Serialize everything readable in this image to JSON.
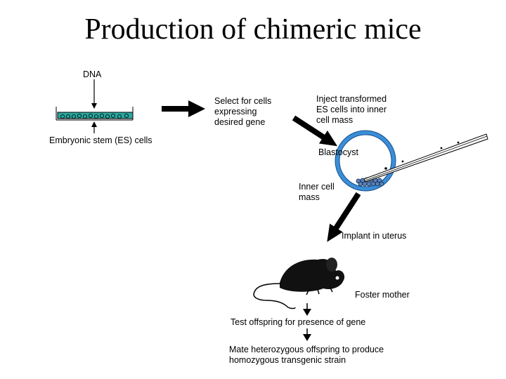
{
  "title": "Production of chimeric mice",
  "labels": {
    "dna": "DNA",
    "es_cells": "Embryonic stem (ES) cells",
    "select": "Select for cells\nexpressing\ndesired gene",
    "inject": "Inject transformed\nES cells into inner\ncell mass",
    "blastocyst": "Blastocyst",
    "inner_cell_mass": "Inner cell\nmass",
    "implant": "Implant in uterus",
    "foster": "Foster mother",
    "test": "Test offspring for presence of gene",
    "mate": "Mate heterozygous offspring to produce\nhomozygous transgenic strain"
  },
  "colors": {
    "dish_fill": "#2aa8a0",
    "blastocyst_ring": "#3a8ed8",
    "cell_mass": "#5a82b8",
    "arrow": "#000000"
  }
}
